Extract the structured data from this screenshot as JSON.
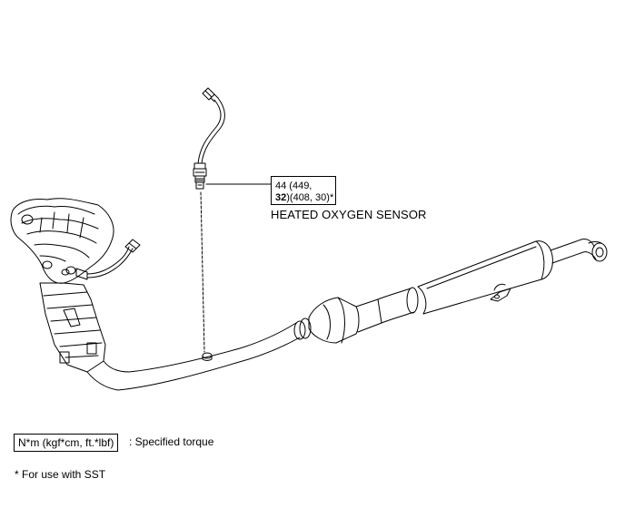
{
  "torque_spec": {
    "line1": "44 (449,",
    "line2_value": "32",
    "line2_rest": ")(408, 30)*"
  },
  "sensor_label": "HEATED OXYGEN SENSOR",
  "legend": {
    "unit_box": "N*m (kgf*cm, ft.*lbf)",
    "description": ": Specified torque"
  },
  "footnote": "* For use with SST"
}
